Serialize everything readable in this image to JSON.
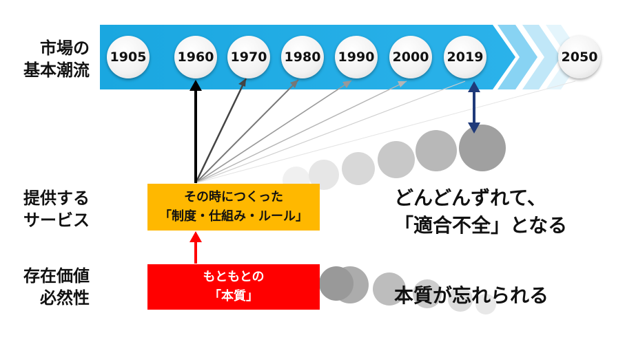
{
  "labels": {
    "market_line1": "市場の",
    "market_line2": "基本潮流",
    "service_line1": "提供する",
    "service_line2": "サービス",
    "value_line1": "存在価値",
    "value_line2": "必然性"
  },
  "years": [
    "1905",
    "1960",
    "1970",
    "1980",
    "1990",
    "2000",
    "2019",
    "2050"
  ],
  "service_box": {
    "line1": "その時につくった",
    "line2": "「制度・仕組み・ルール」"
  },
  "essence_box": {
    "line1": "もともとの",
    "line2": "「本質」"
  },
  "statements": {
    "drift_line1": "どんどんずれて、",
    "drift_line2": "「適合不全」となる",
    "forgotten": "本質が忘れられる"
  },
  "colors": {
    "timeline_blue": "#1aa7e0",
    "service_box": "#ffb800",
    "essence_box": "#ff0000",
    "dark_arrow": "#1f3a7a"
  }
}
